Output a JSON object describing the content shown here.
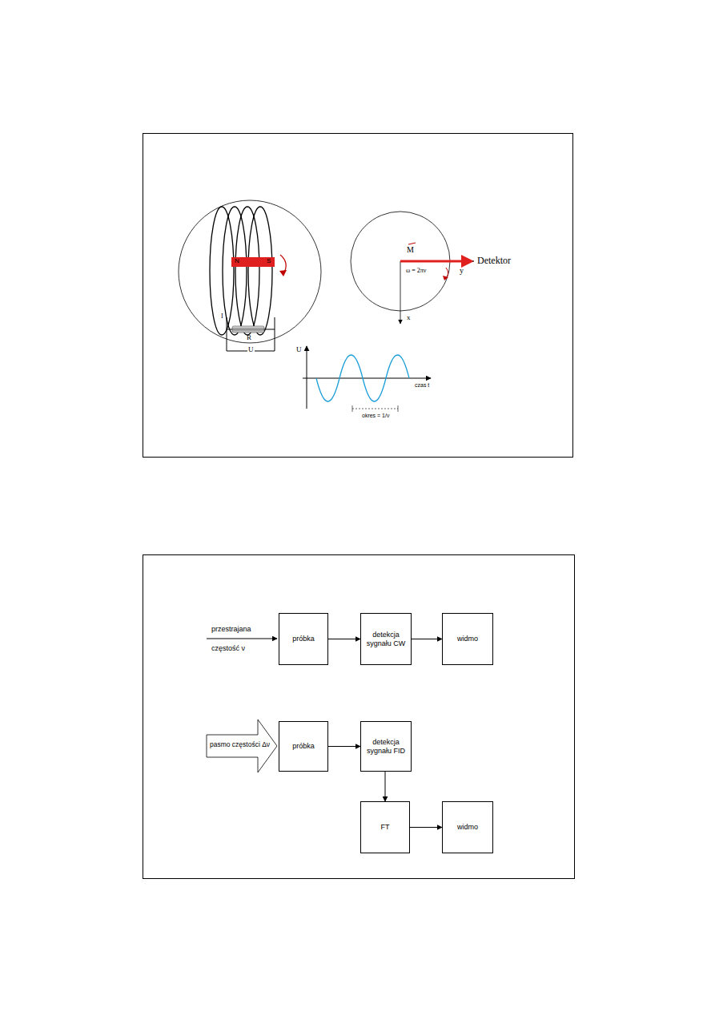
{
  "diagram": {
    "nodes": [
      {
        "text": [
          "próbka"
        ]
      },
      {
        "text": [
          "detekcja sygnału CW"
        ]
      },
      {
        "text": [
          "widmo"
        ]
      },
      {
        "text": [
          "próbka"
        ]
      },
      {
        "text": [
          "detekcja sygnału FID"
        ]
      },
      {
        "text": [
          "FT"
        ]
      },
      {
        "text": [
          "widmo"
        ]
      }
    ],
    "edges": [
      {
        "from": 0,
        "to": 1,
        "arrow": "to"
      },
      {
        "from": 1,
        "to": 2,
        "arrow": "to"
      },
      {
        "from": 3,
        "to": 4,
        "arrow": "to"
      },
      {
        "from": 4,
        "to": 5,
        "arrow": "to"
      },
      {
        "from": 5,
        "to": 6,
        "arrow": "to"
      }
    ],
    "labels": [
      "N",
      "S",
      "I",
      "R",
      "U",
      "M",
      "ω = 2πν",
      "Detektor",
      "y",
      "x",
      "U",
      "czas t",
      "okres = 1/ν",
      "przestrajana częstość ν",
      "pasmo częstości Δν"
    ]
  }
}
